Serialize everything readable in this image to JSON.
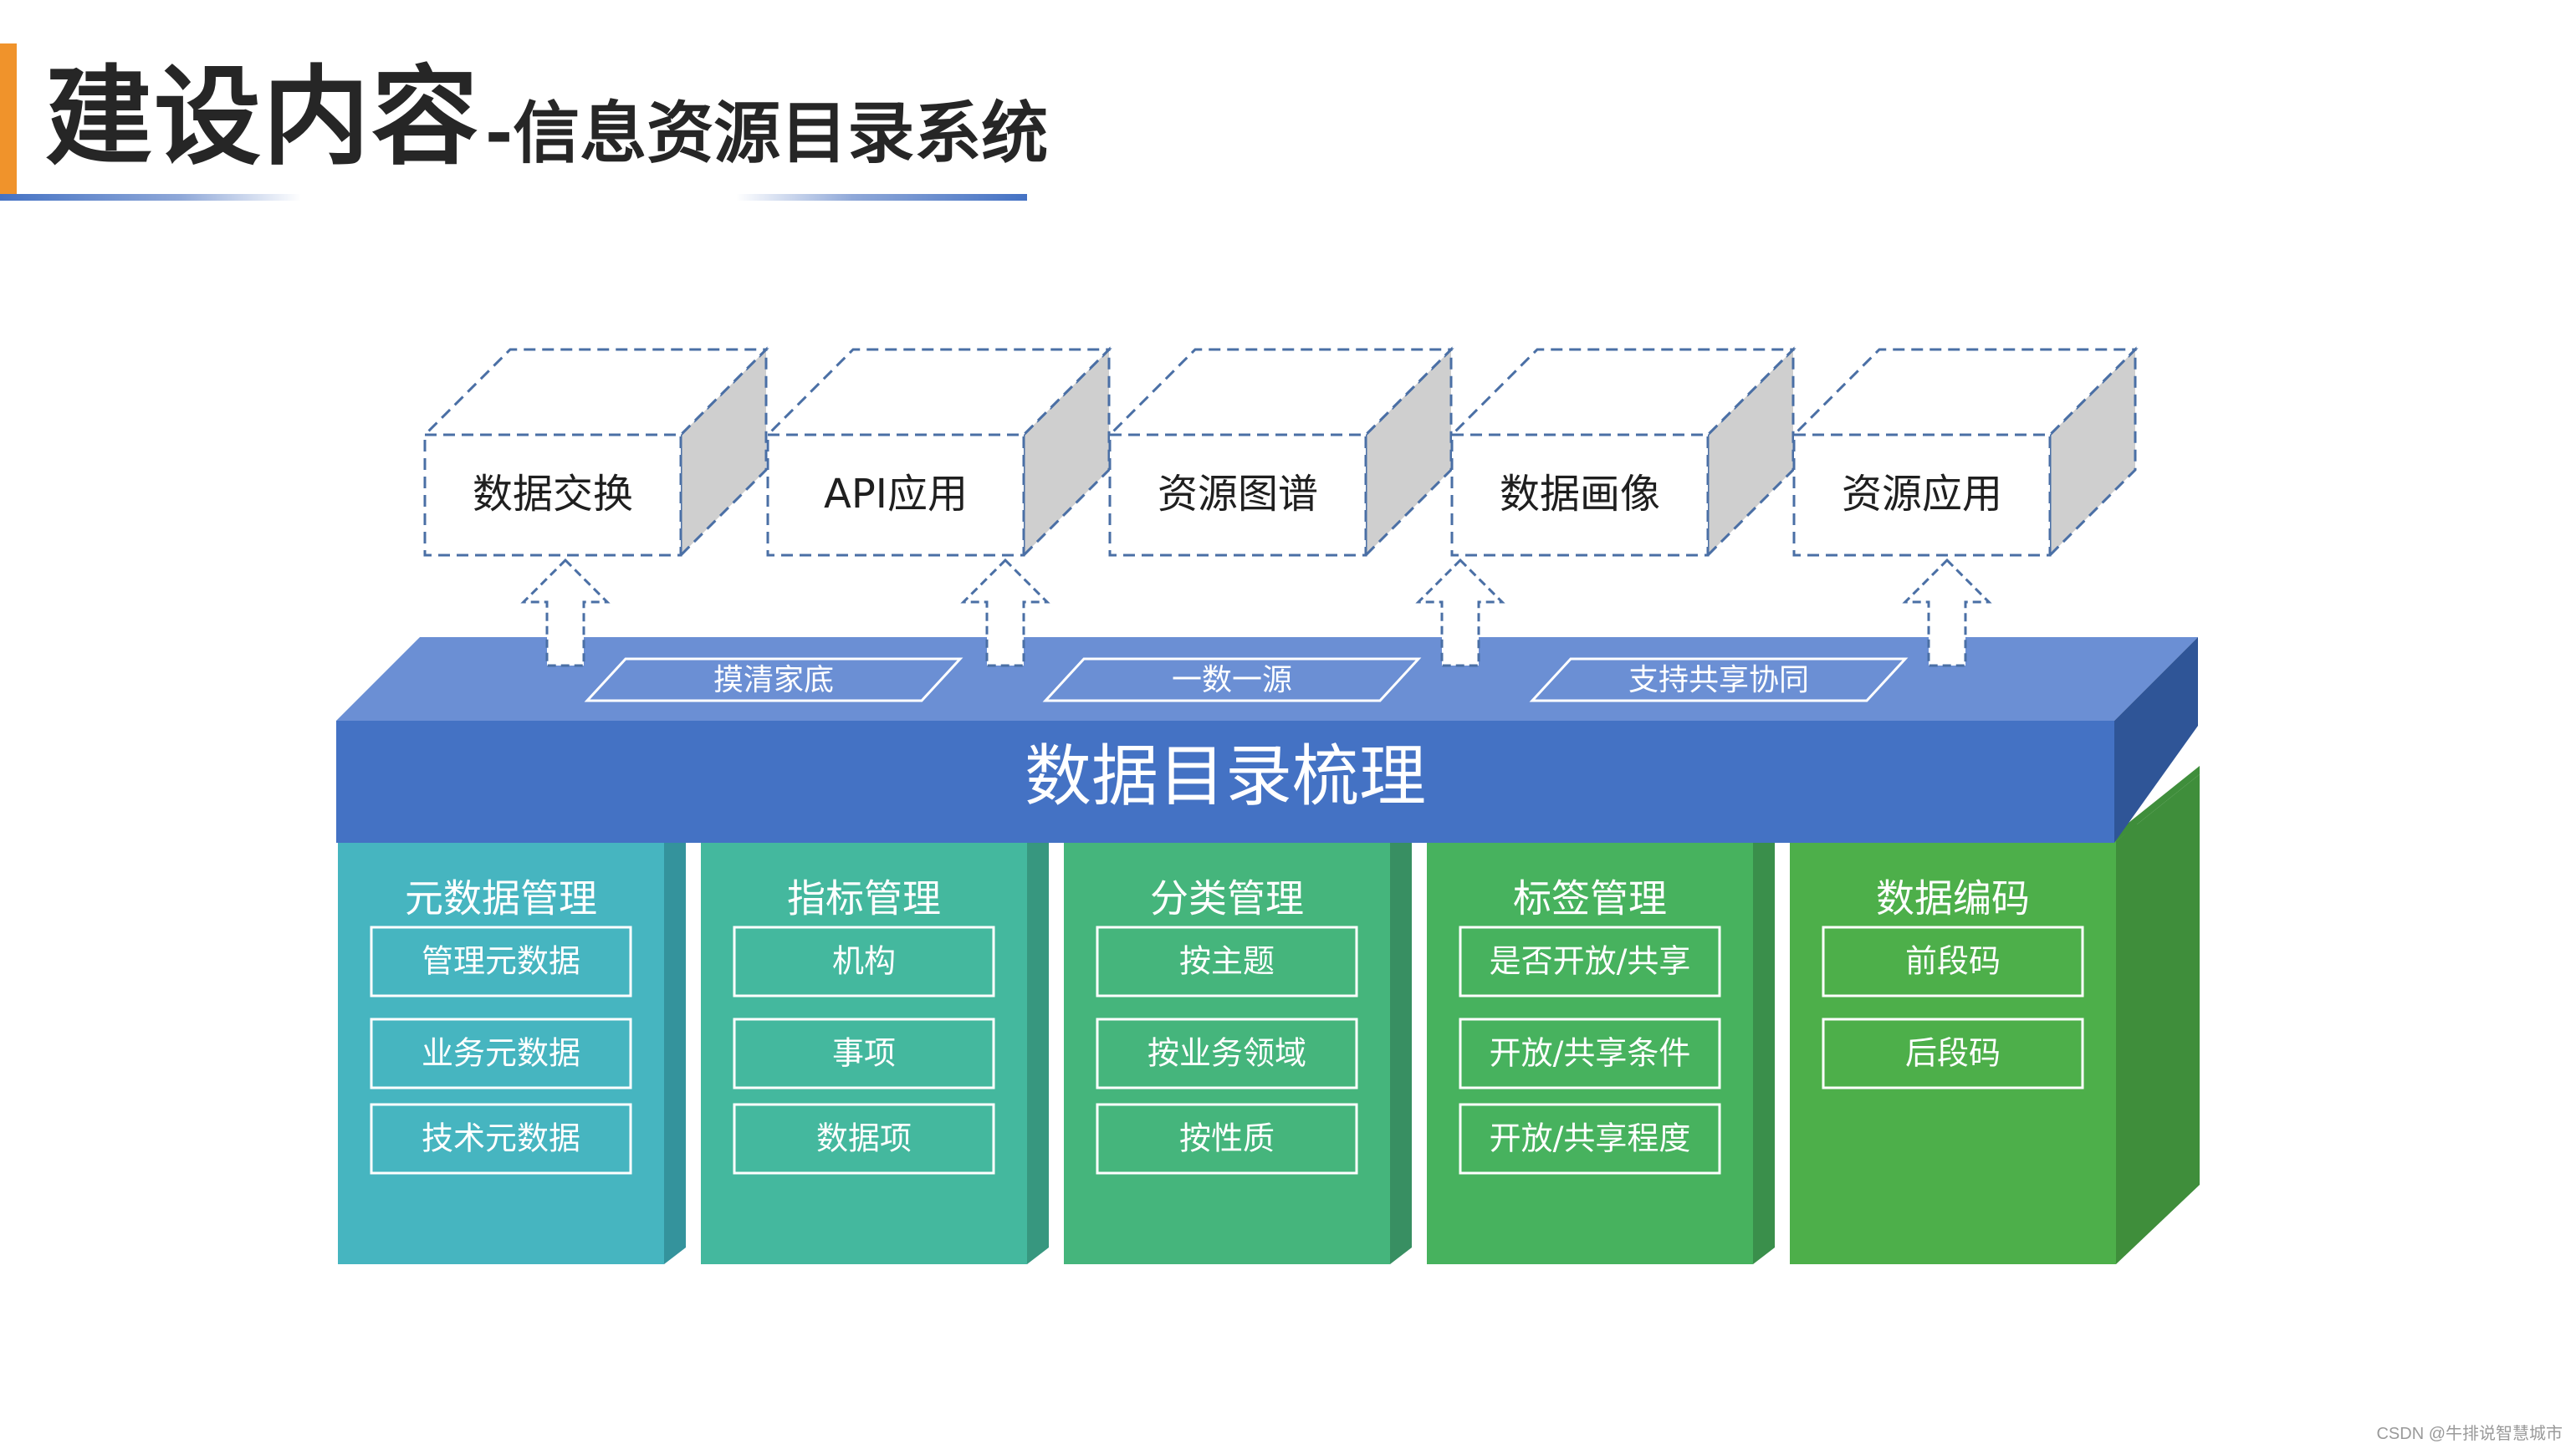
{
  "header": {
    "title_main": "建设内容",
    "title_sub": "-信息资源目录系统"
  },
  "top_boxes": [
    "数据交换",
    "API应用",
    "资源图谱",
    "数据画像",
    "资源应用"
  ],
  "center": {
    "title": "数据目录梳理",
    "tags": [
      "摸清家底",
      "一数一源",
      "支持共享协同"
    ]
  },
  "modules": [
    {
      "title": "元数据管理",
      "items": [
        "管理元数据",
        "业务元数据",
        "技术元数据"
      ]
    },
    {
      "title": "指标管理",
      "items": [
        "机构",
        "事项",
        "数据项"
      ]
    },
    {
      "title": "分类管理",
      "items": [
        "按主题",
        "按业务领域",
        "按性质"
      ]
    },
    {
      "title": "标签管理",
      "items": [
        "是否开放/共享",
        "开放/共享条件",
        "开放/共享程度"
      ]
    },
    {
      "title": "数据编码",
      "items": [
        "前段码",
        "后段码"
      ]
    }
  ],
  "colors": {
    "accent_orange": "#f0932b",
    "header_text": "#262626",
    "header_line": "#4472c4",
    "slab_top": "#6b8fd4",
    "slab_front": "#4472c4",
    "slab_side": "#2f5597",
    "box_outline": "#4a6fa5",
    "box_side": "#cfcfcf",
    "module_fronts": [
      "#46b5c0",
      "#44b89e",
      "#45b57c",
      "#47b25e",
      "#4daf4a"
    ],
    "module_sides": [
      "#34939c",
      "#37977f",
      "#388f62",
      "#3a8f4b",
      "#3f8e3b"
    ]
  },
  "watermark": "CSDN @牛排说智慧城市"
}
